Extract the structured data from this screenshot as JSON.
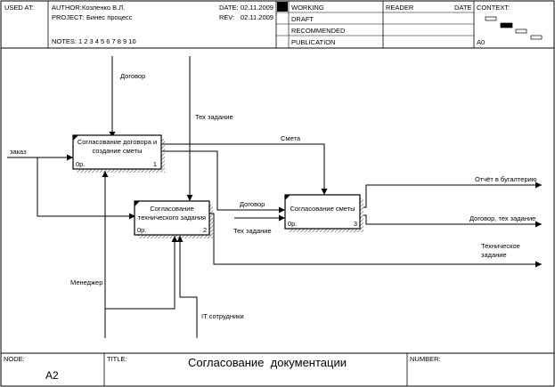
{
  "header": {
    "used_at_label": "USED AT:",
    "author_label": "AUTHOR:",
    "author_value": "Козленко В.Л.",
    "project_label": "PROJECT:",
    "project_value": "Бинес процесс",
    "date_label": "DATE:",
    "date_value": "02.11.2009",
    "rev_label": "REV:",
    "rev_value": "02.11.2009",
    "notes_label": "NOTES:",
    "notes_numbers": "1 2 3 4 5 6 7 8 9 10",
    "status_working": "WORKING",
    "status_draft": "DRAFT",
    "status_recommended": "RECOMMENDED",
    "status_publication": "PUBLICATION",
    "reader_label": "READER",
    "reader_date_label": "DATE",
    "context_label": "CONTEXT:",
    "context_node": "A0"
  },
  "diagram": {
    "boxes": [
      {
        "id": "b1",
        "line1": "Согласование договора и",
        "line2": "создание сметы",
        "cost": "0р.",
        "number": "1"
      },
      {
        "id": "b2",
        "line1": "Согласование",
        "line2": "технического задания",
        "cost": "0р.",
        "number": "2"
      },
      {
        "id": "b3",
        "line1": "Согласование сметы",
        "line2": "",
        "cost": "0р.",
        "number": "3"
      }
    ],
    "arrows": {
      "contract_top": "Договор",
      "tech_task_top": "Тех задание",
      "order": "заказ",
      "estimate": "Смета",
      "contract_mid": "Договор",
      "tech_task_mid": "Тех задание",
      "report_accounting": "Отчёт в бугалтерию",
      "contract_tech_out": "Договор, тех задание",
      "tech_task_out_line1": "Техническое",
      "tech_task_out_line2": "задание",
      "manager": "Менеджер",
      "it_staff": "IT сотрудники"
    }
  },
  "footer": {
    "node_label": "NODE:",
    "node_value": "A2",
    "title_label": "TITLE:",
    "title_value": "Согласование  документации",
    "number_label": "NUMBER:"
  }
}
